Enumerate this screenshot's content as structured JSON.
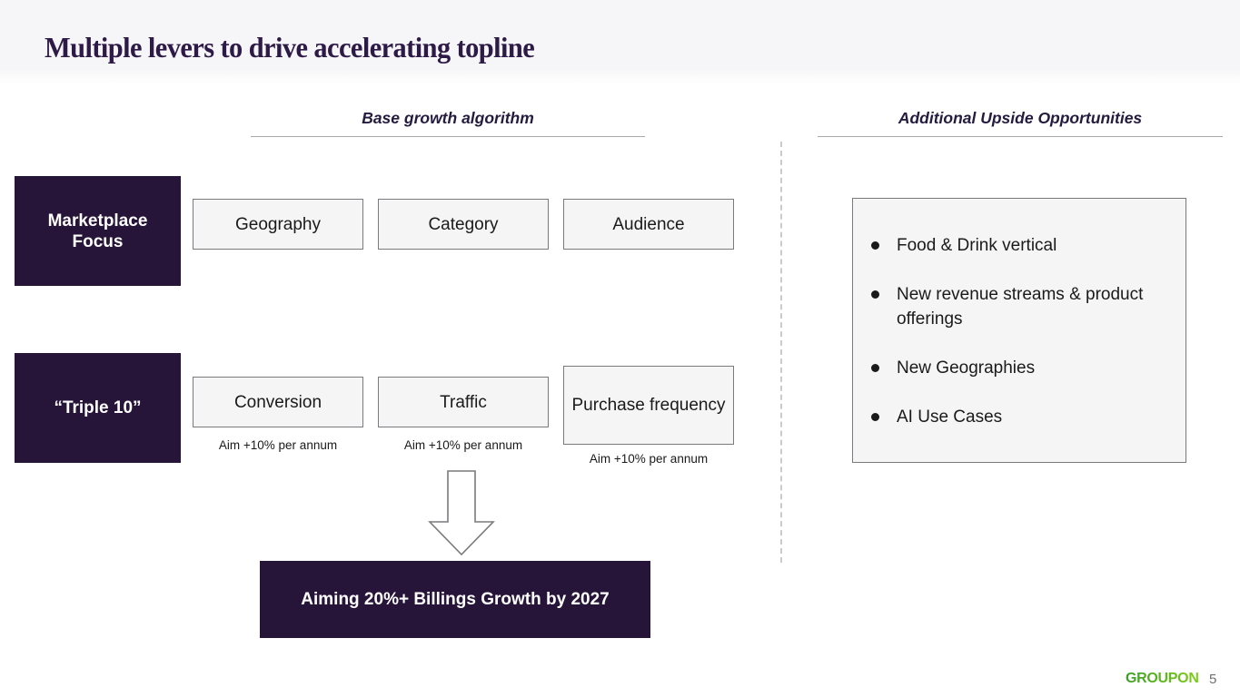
{
  "slide": {
    "title": "Multiple levers to drive accelerating topline",
    "page_number": "5",
    "brand": "GROUPON"
  },
  "left_section": {
    "header": "Base growth algorithm",
    "row1": {
      "label": "Marketplace Focus",
      "boxes": [
        {
          "label": "Geography"
        },
        {
          "label": "Category"
        },
        {
          "label": "Audience"
        }
      ]
    },
    "row2": {
      "label": "“Triple 10”",
      "boxes": [
        {
          "label": "Conversion",
          "caption": "Aim +10% per annum"
        },
        {
          "label": "Traffic",
          "caption": "Aim +10% per annum"
        },
        {
          "label": "Purchase frequency",
          "caption": "Aim +10% per annum"
        }
      ]
    },
    "banner": "Aiming 20%+ Billings Growth by 2027"
  },
  "right_section": {
    "header": "Additional Upside Opportunities",
    "items": [
      "Food & Drink vertical",
      "New revenue streams & product offerings",
      "New Geographies",
      "AI Use Cases"
    ]
  },
  "colors": {
    "dark_purple": "#271539",
    "title_purple": "#2e1a47",
    "panel_bg": "#f5f5f6",
    "panel_border": "#7a7a7e",
    "header_band_bg": "#f6f6f8",
    "brand_green_dark": "#3d9e27",
    "brand_green_light": "#7ccf14"
  }
}
